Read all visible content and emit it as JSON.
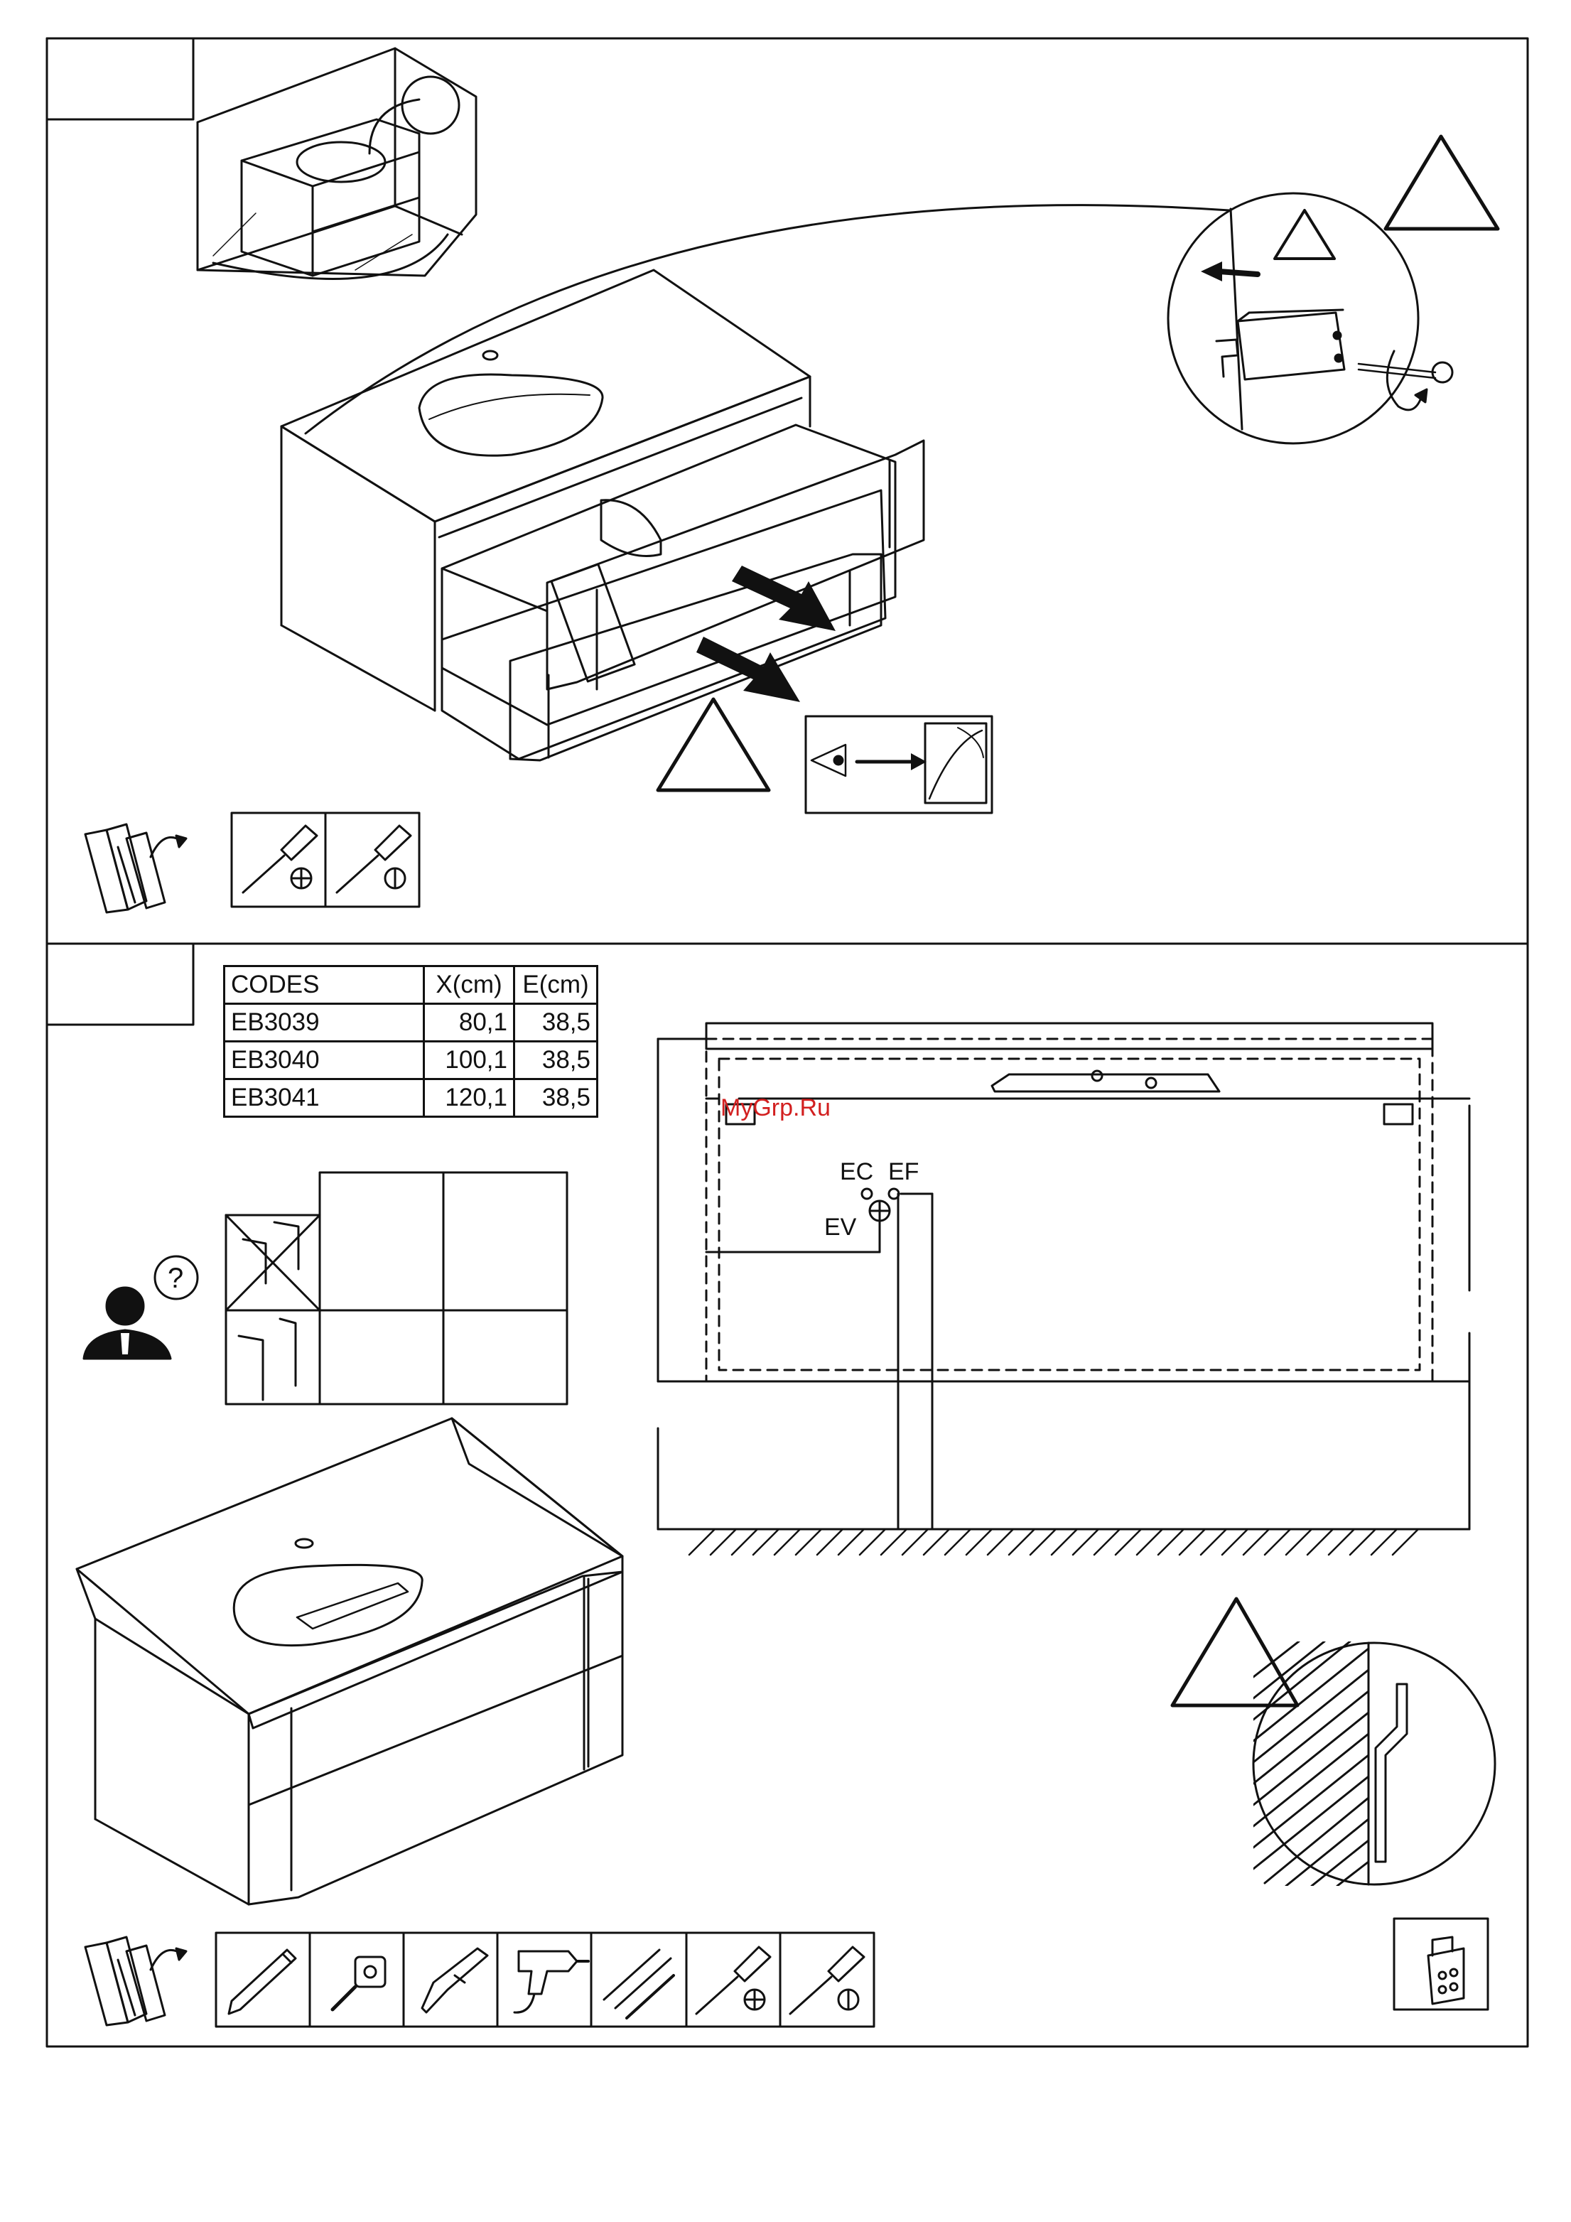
{
  "codes_table": {
    "headers": [
      "CODES",
      "X(cm)",
      "E(cm)"
    ],
    "rows": [
      [
        "EB3039",
        "80,1",
        "38,5"
      ],
      [
        "EB3040",
        "100,1",
        "38,5"
      ],
      [
        "EB3041",
        "120,1",
        "38,5"
      ]
    ]
  },
  "watermark": "MyGrp.Ru",
  "connection_labels": {
    "hot": "EC",
    "cold": "EF",
    "drain": "EV"
  },
  "icons": {
    "step1": [
      "box-unpack-icon",
      "screwdriver-phillips-icon",
      "screwdriver-flat-icon",
      "warning-icon",
      "eye-inspect-icon",
      "drawer-removal-arrow-icon",
      "drawer-stop-screw-icon"
    ],
    "step2": [
      "technician-help-icon",
      "pencil-icon",
      "tape-measure-icon",
      "cutter-icon",
      "drill-icon",
      "drill-bits-icon",
      "screwdriver-phillips-icon",
      "screwdriver-flat-icon",
      "wall-bracket-icon",
      "hanging-hook-icon"
    ]
  },
  "colors": {
    "line": "#111111",
    "watermark": "#d21f1f"
  }
}
